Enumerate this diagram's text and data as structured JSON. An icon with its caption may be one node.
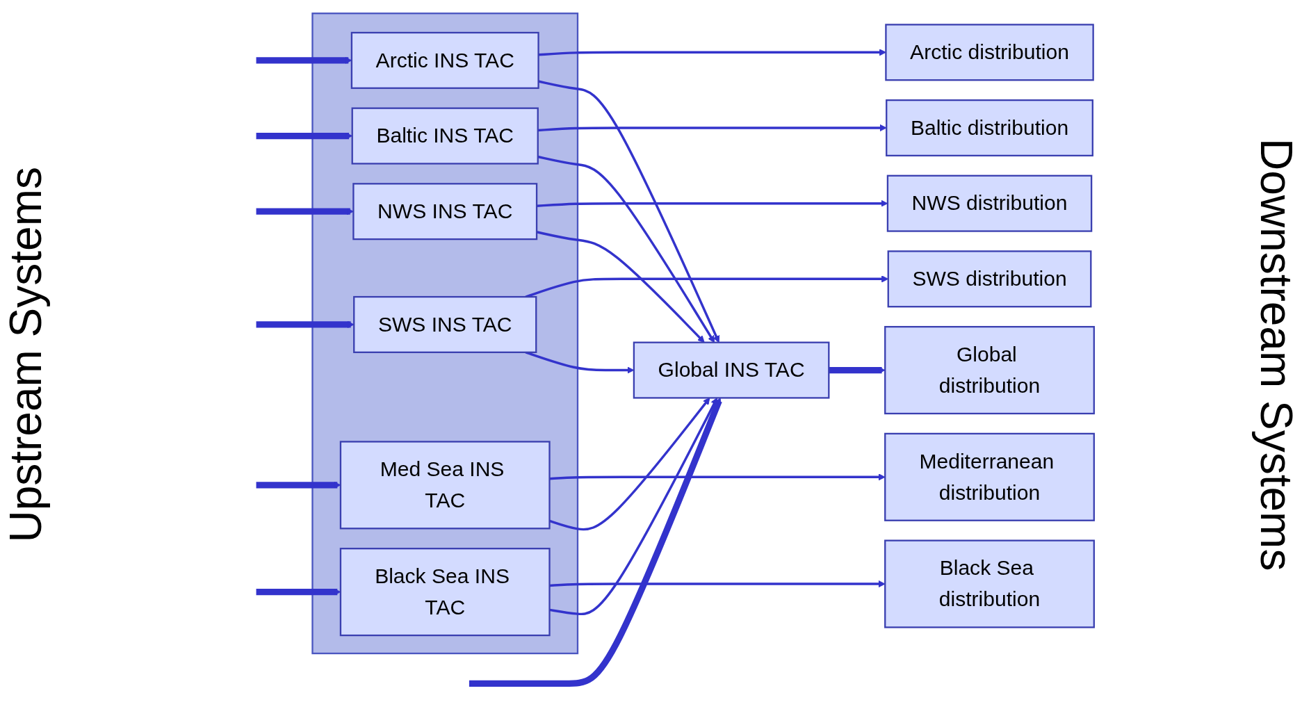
{
  "diagram": {
    "nodes": [
      {
        "text": [],
        "shape": "box"
      },
      {
        "text": [
          "Arctic INS TAC"
        ],
        "in": 0
      },
      {
        "text": [
          "Baltic INS TAC"
        ],
        "in": 0
      },
      {
        "text": [
          "NWS INS TAC"
        ],
        "in": 0
      },
      {
        "text": [
          "SWS INS TAC"
        ],
        "in": 0
      },
      {
        "text": [
          "Med Sea INS TAC"
        ],
        "in": 0
      },
      {
        "text": [
          "Black Sea INS TAC"
        ],
        "in": 0
      },
      {
        "text": [
          "Arctic distribution"
        ]
      },
      {
        "text": [
          "Baltic distribution"
        ]
      },
      {
        "text": [
          "NWS distribution"
        ]
      },
      {
        "text": [
          "SWS distribution"
        ]
      },
      {
        "text": [
          "Mediterranean distribution"
        ]
      },
      {
        "text": [
          "Black Sea distribution"
        ]
      },
      {
        "text": [
          "Global INS TAC"
        ]
      },
      {
        "text": [
          "Global distribution"
        ]
      }
    ],
    "edges": [
      {
        "from": null,
        "to": 1,
        "arrow": "to",
        "style": "thick"
      },
      {
        "from": null,
        "to": 2,
        "arrow": "to",
        "style": "thick"
      },
      {
        "from": null,
        "to": 3,
        "arrow": "to",
        "style": "thick"
      },
      {
        "from": null,
        "to": 4,
        "arrow": "to",
        "style": "thick"
      },
      {
        "from": null,
        "to": 5,
        "arrow": "to",
        "style": "thick"
      },
      {
        "from": null,
        "to": 6,
        "arrow": "to",
        "style": "thick"
      },
      {
        "from": 1,
        "to": 7,
        "arrow": "to"
      },
      {
        "from": 2,
        "to": 8,
        "arrow": "to"
      },
      {
        "from": 3,
        "to": 9,
        "arrow": "to"
      },
      {
        "from": 4,
        "to": 10,
        "arrow": "to"
      },
      {
        "from": 5,
        "to": 11,
        "arrow": "to"
      },
      {
        "from": 6,
        "to": 12,
        "arrow": "to"
      },
      {
        "from": 1,
        "to": 13,
        "arrow": "to"
      },
      {
        "from": 2,
        "to": 13,
        "arrow": "to"
      },
      {
        "from": 3,
        "to": 13,
        "arrow": "to"
      },
      {
        "from": 4,
        "to": 13,
        "arrow": "to"
      },
      {
        "from": 5,
        "to": 13,
        "arrow": "to"
      },
      {
        "from": 6,
        "to": 13,
        "arrow": "to"
      },
      {
        "from": null,
        "to": 13,
        "arrow": "to",
        "style": "thick"
      },
      {
        "from": 13,
        "to": 14,
        "arrow": "to",
        "style": "thick"
      }
    ],
    "labels": [
      "Upstream Systems",
      "Downstream Systems"
    ]
  }
}
